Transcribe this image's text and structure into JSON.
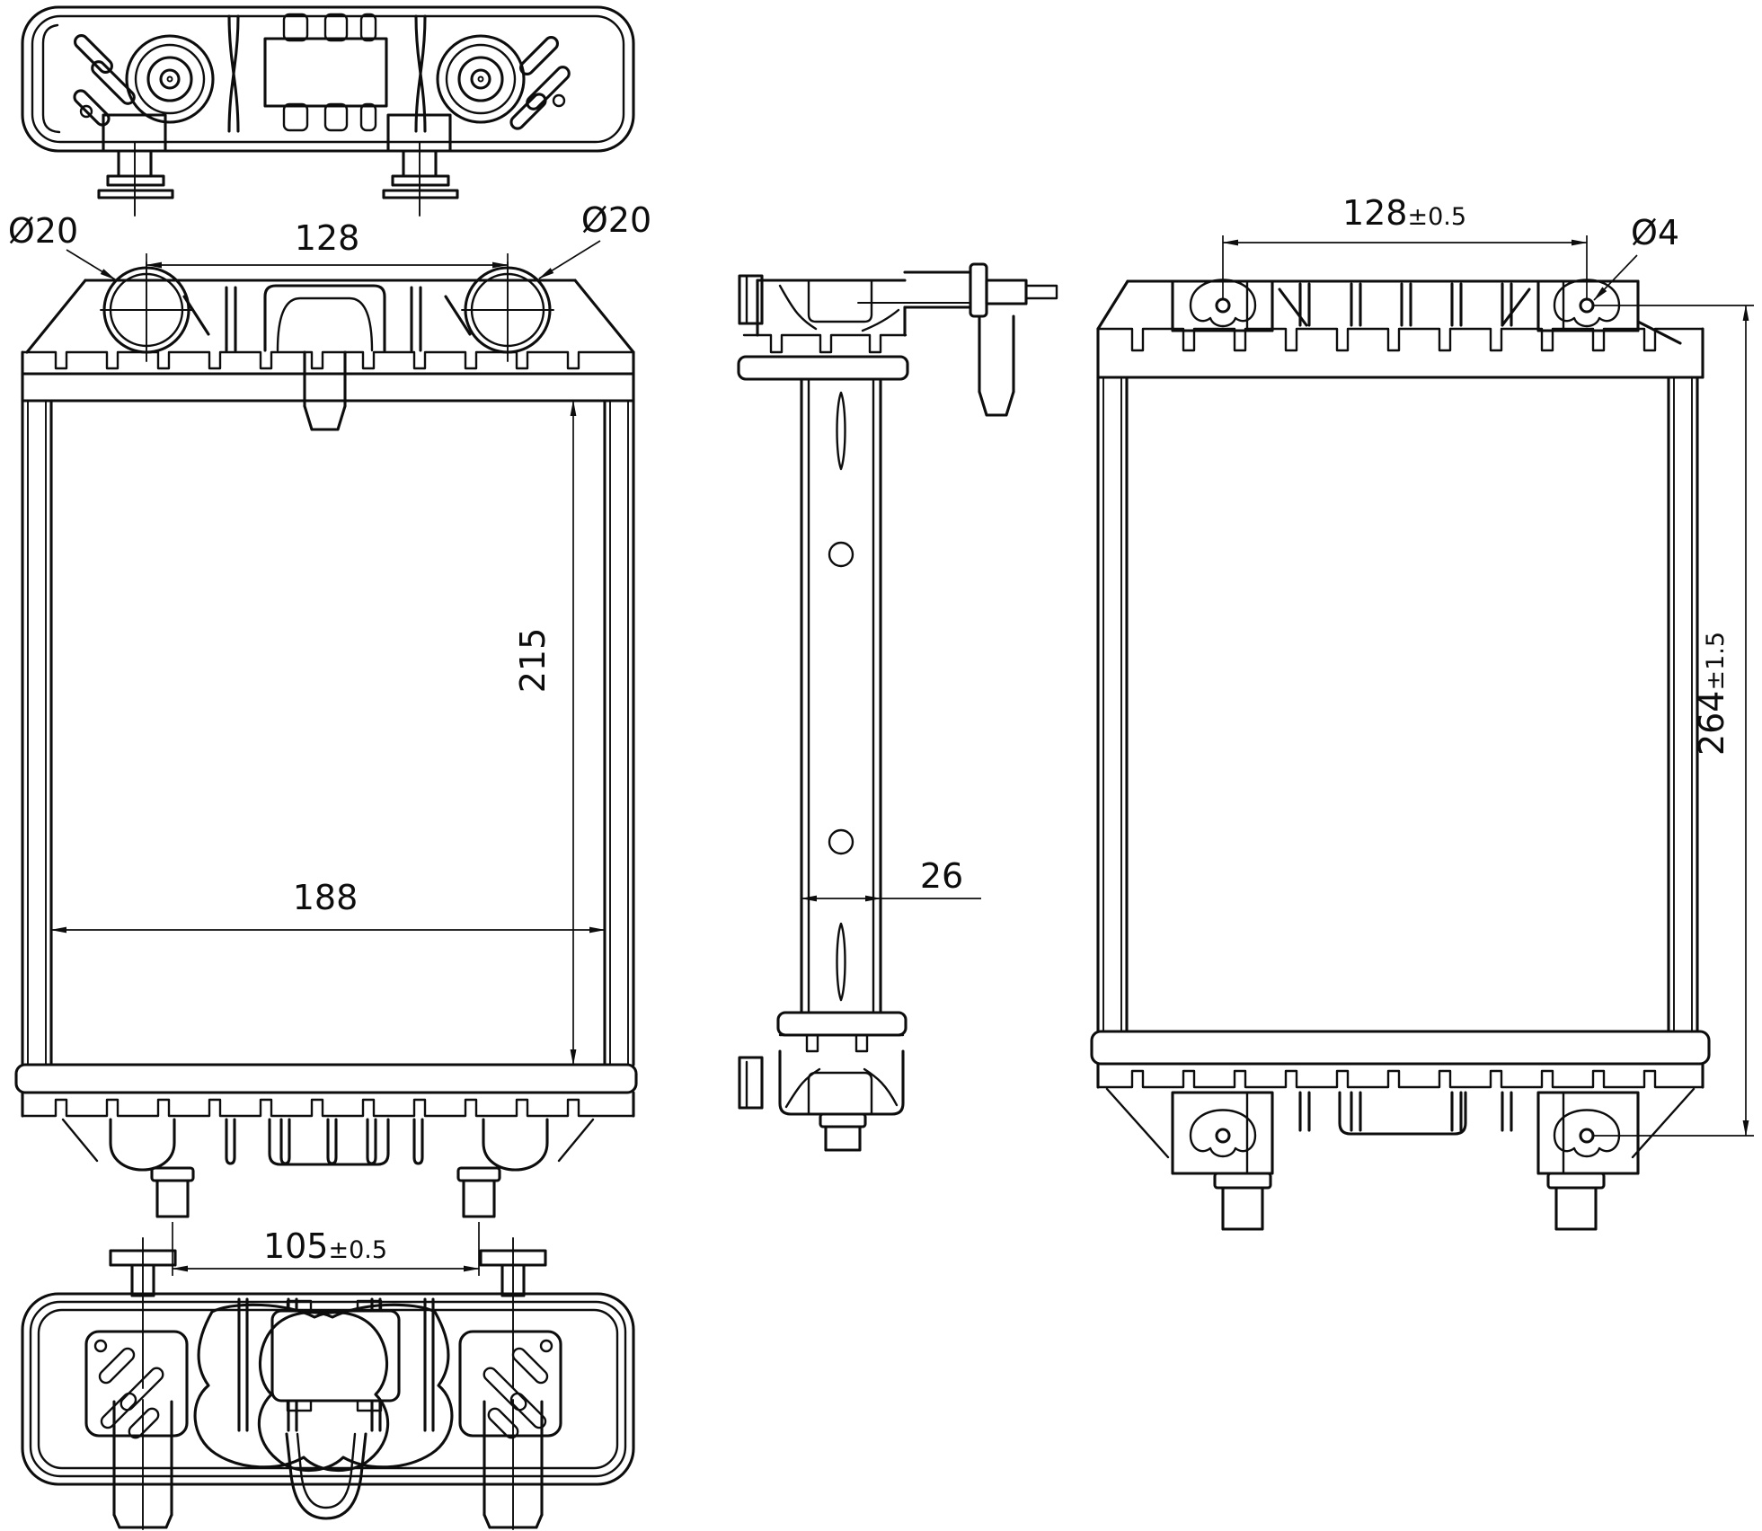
{
  "drawing": {
    "kind": "radiator-engineering-drawing",
    "colors": {
      "line": "#0d0d0d",
      "background": "#ffffff"
    }
  },
  "dimensions": {
    "port_diameter_left": "Ø20",
    "port_diameter_right": "Ø20",
    "port_spacing": "128",
    "core_height": "215",
    "core_width": "188",
    "stub_spacing": {
      "value": "105",
      "tolerance": "±0.5"
    },
    "side_thickness": "26",
    "mount_hole_spacing": {
      "value": "128",
      "tolerance": "±0.5"
    },
    "mount_hole_diameter": "Ø4",
    "overall_height": {
      "value": "264",
      "tolerance": "±1.5"
    }
  }
}
